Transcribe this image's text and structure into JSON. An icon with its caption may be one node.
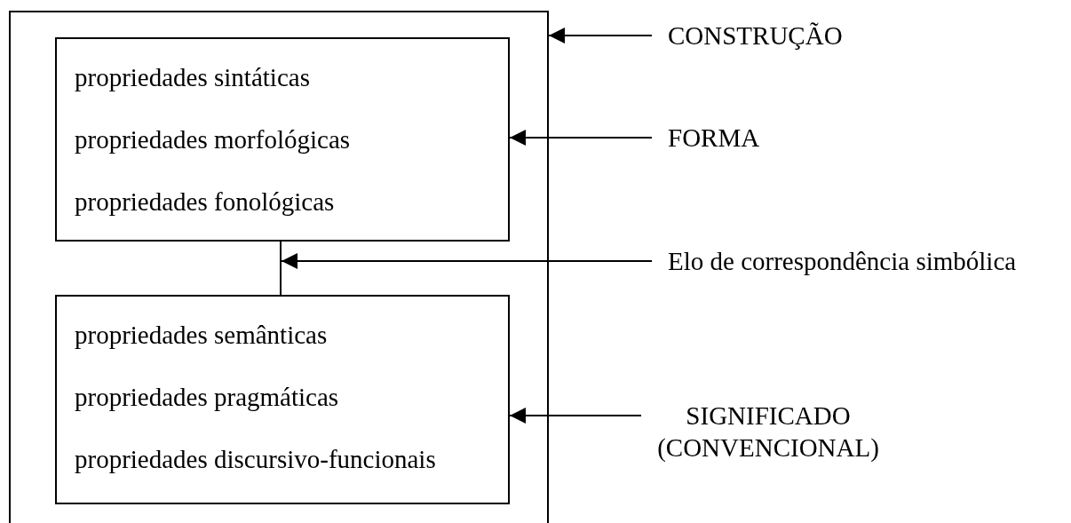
{
  "diagram": {
    "nodes": [
      {
        "text": [],
        "shape": "box"
      },
      {
        "text": [
          "propriedades sintáticas",
          "propriedades morfológicas",
          "propriedades fonológicas"
        ],
        "in": 0
      },
      {
        "text": [],
        "shape": "bar",
        "in": 0
      },
      {
        "text": [
          "propriedades semânticas",
          "propriedades pragmáticas",
          "propriedades discursivo-funcionais"
        ],
        "in": 0
      },
      {
        "text": [
          "CONSTRUÇÃO"
        ]
      },
      {
        "text": [
          "FORMA"
        ]
      },
      {
        "text": [
          "Elo de correspondência simbólica"
        ]
      },
      {
        "text": [
          "SIGNIFICADO (CONVENCIONAL)"
        ]
      }
    ],
    "edges": [
      {
        "from": 4,
        "to": 0,
        "arrow": "to"
      },
      {
        "from": 5,
        "to": 1,
        "arrow": "to"
      },
      {
        "from": 1,
        "to": 2,
        "arrow": "none"
      },
      {
        "from": 2,
        "to": 3,
        "arrow": "none"
      },
      {
        "from": 6,
        "to": 2,
        "arrow": "to"
      },
      {
        "from": 7,
        "to": 3,
        "arrow": "to"
      }
    ]
  }
}
